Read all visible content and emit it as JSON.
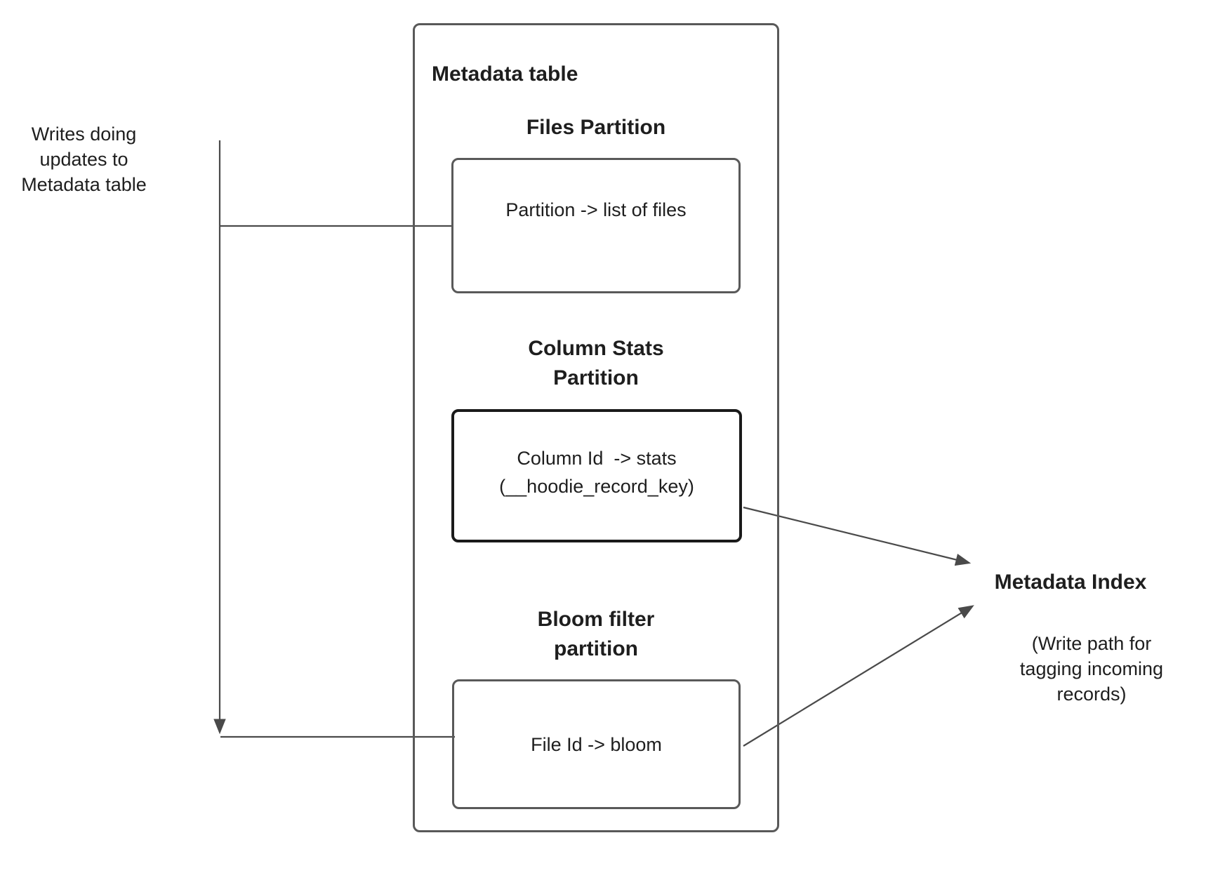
{
  "colors": {
    "background": "#ffffff",
    "connector": "#4a4a4a",
    "box_border": "#595959",
    "emphasis_border": "#1a1a1a",
    "text": "#1e1e1e"
  },
  "writes_annotation": {
    "label": "Writes doing\nupdates to\nMetadata table"
  },
  "metadata_table": {
    "title": "Metadata table",
    "partitions": [
      {
        "id": "files",
        "header": "Files Partition",
        "mapping": "Partition -> list of files"
      },
      {
        "id": "column_stats",
        "header": "Column Stats\nPartition",
        "mapping": "Column Id  -> stats\n(__hoodie_record_key)"
      },
      {
        "id": "bloom",
        "header": "Bloom filter\npartition",
        "mapping": "File Id -> bloom"
      }
    ]
  },
  "metadata_index": {
    "title": "Metadata Index",
    "note": "(Write path for\ntagging incoming\nrecords)"
  }
}
